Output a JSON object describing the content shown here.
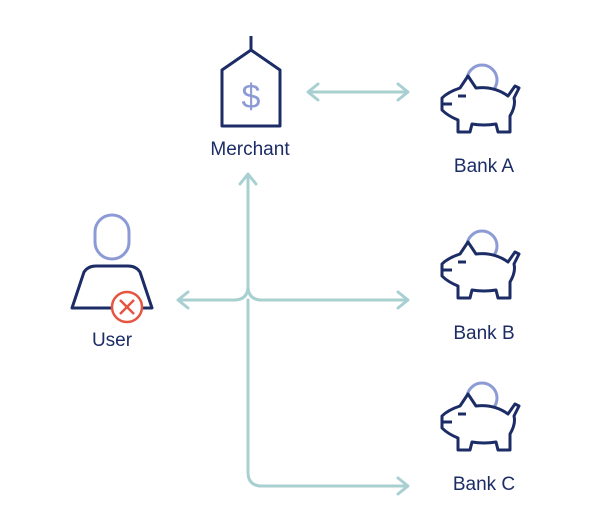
{
  "nodes": {
    "merchant": {
      "label": "Merchant",
      "icon": "price-tag-dollar-icon"
    },
    "user": {
      "label": "User",
      "icon": "user-icon",
      "badge_icon": "error-x-icon"
    },
    "bank_a": {
      "label": "Bank A",
      "icon": "piggy-bank-icon"
    },
    "bank_b": {
      "label": "Bank B",
      "icon": "piggy-bank-icon"
    },
    "bank_c": {
      "label": "Bank C",
      "icon": "piggy-bank-icon"
    }
  },
  "colors": {
    "navy": "#1c2c66",
    "light_blue": "#8c9ad6",
    "connector": "#a9d0d1",
    "error_red": "#e5553f"
  }
}
